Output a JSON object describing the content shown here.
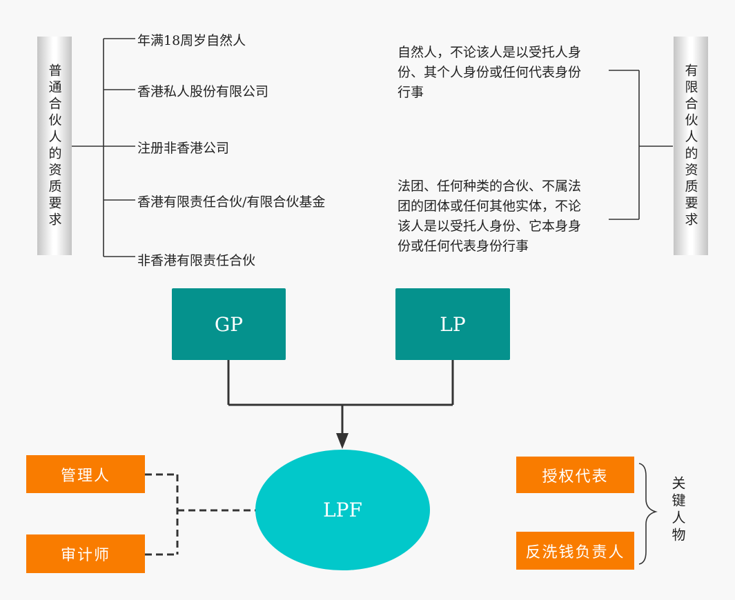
{
  "gp_requirements": {
    "title": "普通合伙人的资质要求",
    "items": [
      "年满18周岁自然人",
      "香港私人股份有限公司",
      "注册非香港公司",
      "香港有限责任合伙/有限合伙基金",
      "非香港有限责任合伙"
    ]
  },
  "lp_requirements": {
    "title": "有限合伙人的资质要求",
    "para1": [
      "自然人，不论该人是以受托人身",
      "份、其个人身份或任何代表身份",
      "行事"
    ],
    "para2": [
      "法团、任何种类的合伙、不属法",
      "团的团体或任何其他实体，不论",
      "该人是以受托人身份、它本身身",
      "份或任何代表身份行事"
    ]
  },
  "structure": {
    "gp_label": "GP",
    "lp_label": "LP",
    "lpf_label": "LPF",
    "left_boxes": [
      "管理人",
      "审计师"
    ],
    "right_boxes": [
      "授权代表",
      "反洗钱负责人"
    ],
    "key_people_label": "关键人物"
  },
  "colors": {
    "teal_box": "#05928d",
    "ellipse": "#02c8ca",
    "orange_box": "#f97c00",
    "connector": "#333333"
  }
}
